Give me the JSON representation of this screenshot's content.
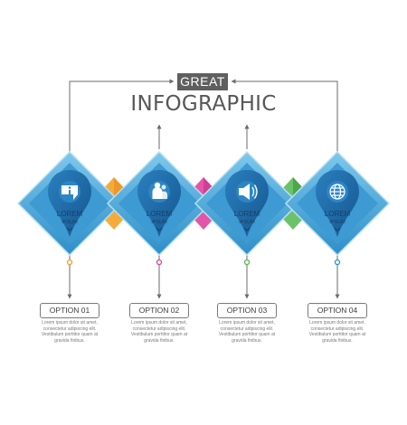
{
  "header": {
    "badge": "GREAT",
    "title": "INFOGRAPHIC"
  },
  "steps": [
    {
      "icon": "info-icon",
      "lorem": "LOREM",
      "ipsum": "IPSUM",
      "option": "OPTION 01",
      "text": "Lorem ipsum dolor sit amet, consectetur adipiscing elit. Vestibulum porttitor quam at gravida finibus."
    },
    {
      "icon": "group-icon",
      "lorem": "LOREM",
      "ipsum": "IPSUM",
      "option": "OPTION 02",
      "text": "Lorem ipsum dolor sit amet, consectetur adipiscing elit. Vestibulum porttitor quam at gravida finibus."
    },
    {
      "icon": "speaker-icon",
      "lorem": "LOREM",
      "ipsum": "IPSUM",
      "option": "OPTION 03",
      "text": "Lorem ipsum dolor sit amet, consectetur adipiscing elit. Vestibulum porttitor quam at gravida finibus."
    },
    {
      "icon": "globe-icon",
      "lorem": "LOREM",
      "ipsum": "IPSUM",
      "option": "OPTION 04",
      "text": "Lorem ipsum dolor sit amet, consectetur adipiscing elit. Vestibulum porttitor quam at gravida finibus."
    }
  ],
  "colors": {
    "diamond_outer": "#4aa8d8",
    "diamond_inner": "#1e6ea8",
    "connector_1": "#f19a2c",
    "connector_2": "#d8459a",
    "connector_3": "#58b556",
    "line": "#6b6b6b"
  }
}
